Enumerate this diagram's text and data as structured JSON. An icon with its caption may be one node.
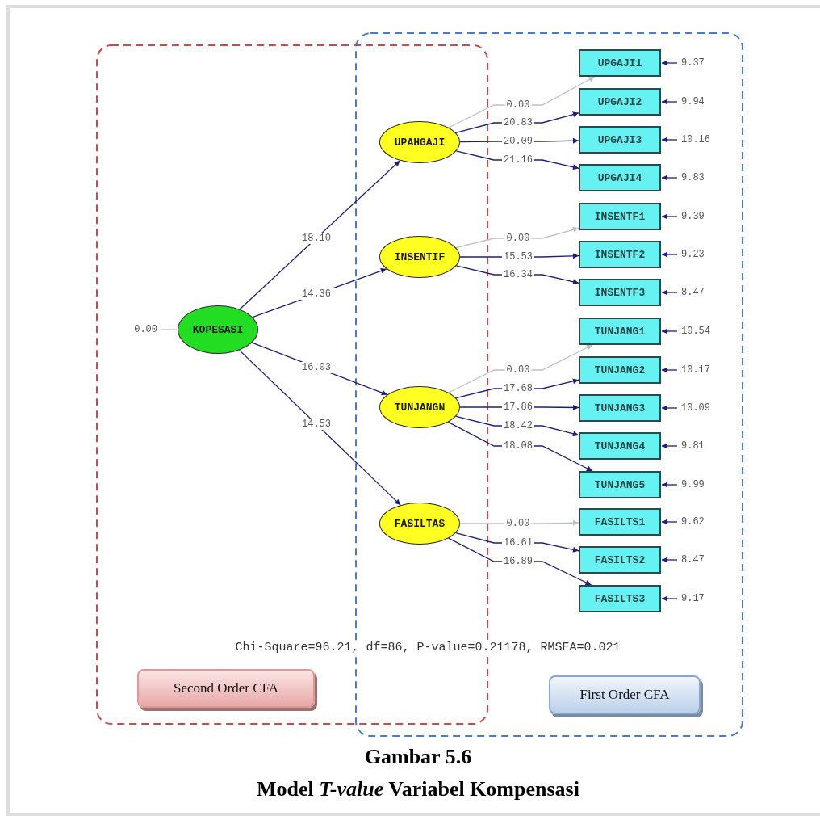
{
  "diagram": {
    "title": "Gambar 5.6",
    "caption": "Model *T-value* Variabel Kompensasi",
    "nodes": [
      {
        "text": [
          "KOPESASI"
        ]
      },
      {
        "text": [
          "UPAHGAJI"
        ]
      },
      {
        "text": [
          "INSENTIF"
        ]
      },
      {
        "text": [
          "TUNJANGN"
        ]
      },
      {
        "text": [
          "FASILTAS"
        ]
      },
      {
        "text": [
          "UPGAJI1"
        ]
      },
      {
        "text": [
          "UPGAJI2"
        ]
      },
      {
        "text": [
          "UPGAJI3"
        ]
      },
      {
        "text": [
          "UPGAJI4"
        ]
      },
      {
        "text": [
          "INSENTF1"
        ]
      },
      {
        "text": [
          "INSENTF2"
        ]
      },
      {
        "text": [
          "INSENTF3"
        ]
      },
      {
        "text": [
          "TUNJANG1"
        ]
      },
      {
        "text": [
          "TUNJANG2"
        ]
      },
      {
        "text": [
          "TUNJANG3"
        ]
      },
      {
        "text": [
          "TUNJANG4"
        ]
      },
      {
        "text": [
          "TUNJANG5"
        ]
      },
      {
        "text": [
          "FASILTS1"
        ]
      },
      {
        "text": [
          "FASILTS2"
        ]
      },
      {
        "text": [
          "FASILTS3"
        ]
      },
      {
        "text": [
          "Second Order CFA"
        ]
      },
      {
        "text": [
          "First Order CFA"
        ]
      }
    ],
    "edges": [
      {
        "from": null,
        "to": 0,
        "arrow": "none",
        "label": "0.00",
        "color": "#c0c0c0"
      },
      {
        "from": 0,
        "to": 1,
        "arrow": "to",
        "label": "18.10"
      },
      {
        "from": 0,
        "to": 2,
        "arrow": "to",
        "label": "14.36"
      },
      {
        "from": 0,
        "to": 3,
        "arrow": "to",
        "label": "16.03"
      },
      {
        "from": 0,
        "to": 4,
        "arrow": "to",
        "label": "14.53"
      },
      {
        "from": 1,
        "to": 5,
        "arrow": "to",
        "label": "0.00",
        "color": "#c0c0c0"
      },
      {
        "from": 1,
        "to": 6,
        "arrow": "to",
        "label": "20.83"
      },
      {
        "from": 1,
        "to": 7,
        "arrow": "to",
        "label": "20.09"
      },
      {
        "from": 1,
        "to": 8,
        "arrow": "to",
        "label": "21.16"
      },
      {
        "from": 2,
        "to": 9,
        "arrow": "to",
        "label": "0.00",
        "color": "#c0c0c0"
      },
      {
        "from": 2,
        "to": 10,
        "arrow": "to",
        "label": "15.53"
      },
      {
        "from": 2,
        "to": 11,
        "arrow": "to",
        "label": "16.34"
      },
      {
        "from": 3,
        "to": 12,
        "arrow": "to",
        "label": "0.00",
        "color": "#c0c0c0"
      },
      {
        "from": 3,
        "to": 13,
        "arrow": "to",
        "label": "17.68"
      },
      {
        "from": 3,
        "to": 14,
        "arrow": "to",
        "label": "17.86"
      },
      {
        "from": 3,
        "to": 15,
        "arrow": "to",
        "label": "18.42"
      },
      {
        "from": 3,
        "to": 16,
        "arrow": "to",
        "label": "18.08"
      },
      {
        "from": 4,
        "to": 17,
        "arrow": "to",
        "label": "0.00",
        "color": "#c0c0c0"
      },
      {
        "from": 4,
        "to": 18,
        "arrow": "to",
        "label": "16.61"
      },
      {
        "from": 4,
        "to": 19,
        "arrow": "to",
        "label": "16.89"
      },
      {
        "from": null,
        "to": 5,
        "arrow": "to",
        "label": "9.37"
      },
      {
        "from": null,
        "to": 6,
        "arrow": "to",
        "label": "9.94"
      },
      {
        "from": null,
        "to": 7,
        "arrow": "to",
        "label": "10.16"
      },
      {
        "from": null,
        "to": 8,
        "arrow": "to",
        "label": "9.83"
      },
      {
        "from": null,
        "to": 9,
        "arrow": "to",
        "label": "9.39"
      },
      {
        "from": null,
        "to": 10,
        "arrow": "to",
        "label": "9.23"
      },
      {
        "from": null,
        "to": 11,
        "arrow": "to",
        "label": "8.47"
      },
      {
        "from": null,
        "to": 12,
        "arrow": "to",
        "label": "10.54"
      },
      {
        "from": null,
        "to": 13,
        "arrow": "to",
        "label": "10.17"
      },
      {
        "from": null,
        "to": 14,
        "arrow": "to",
        "label": "10.09"
      },
      {
        "from": null,
        "to": 15,
        "arrow": "to",
        "label": "9.81"
      },
      {
        "from": null,
        "to": 16,
        "arrow": "to",
        "label": "9.99"
      },
      {
        "from": null,
        "to": 17,
        "arrow": "to",
        "label": "9.62"
      },
      {
        "from": null,
        "to": 18,
        "arrow": "to",
        "label": "8.47"
      },
      {
        "from": null,
        "to": 19,
        "arrow": "to",
        "label": "9.17"
      }
    ],
    "labels": [
      "Chi-Square=96.21, df=86, P-value=0.21178, RMSEA=0.021"
    ]
  }
}
